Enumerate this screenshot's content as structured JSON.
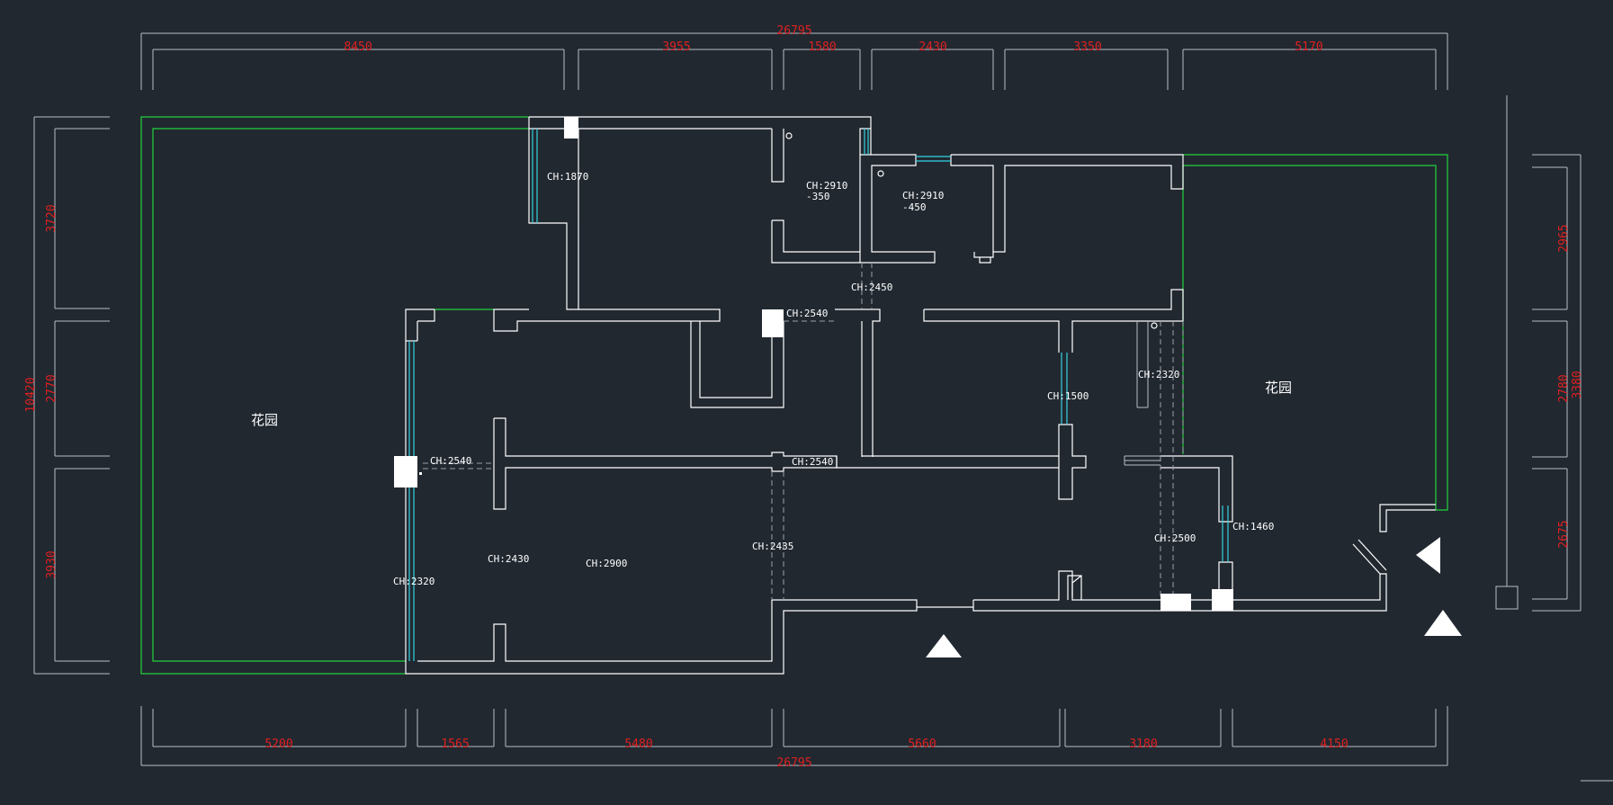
{
  "dimensions": {
    "top_total": "26795",
    "top": [
      "8450",
      "3955",
      "1580",
      "2430",
      "3350",
      "5170"
    ],
    "bottom_total": "26795",
    "bottom": [
      "5200",
      "1565",
      "5480",
      "5660",
      "3180",
      "4150"
    ],
    "left_total": "10420",
    "left": [
      "3720",
      "2770",
      "3930"
    ],
    "right_total": "3380",
    "right": [
      "2965",
      "2780",
      "2675"
    ]
  },
  "ceiling_heights": [
    "CH:1870",
    "CH:2910",
    "-350",
    "CH:2910",
    "-450",
    "CH:2450",
    "CH:2540",
    "CH:2540",
    "CH:2540",
    "CH:1500",
    "CH:2320",
    "CH:2430",
    "CH:2900",
    "CH:2435",
    "CH:2320",
    "CH:2500",
    "CH:1460"
  ],
  "rooms": {
    "garden_left": "花园",
    "garden_right": "花园"
  },
  "colors": {
    "background": "#212830",
    "dimension_text": "#e02020",
    "wall": "#ffffff",
    "window": "#34d3e2",
    "garden_boundary": "#22d23c"
  }
}
